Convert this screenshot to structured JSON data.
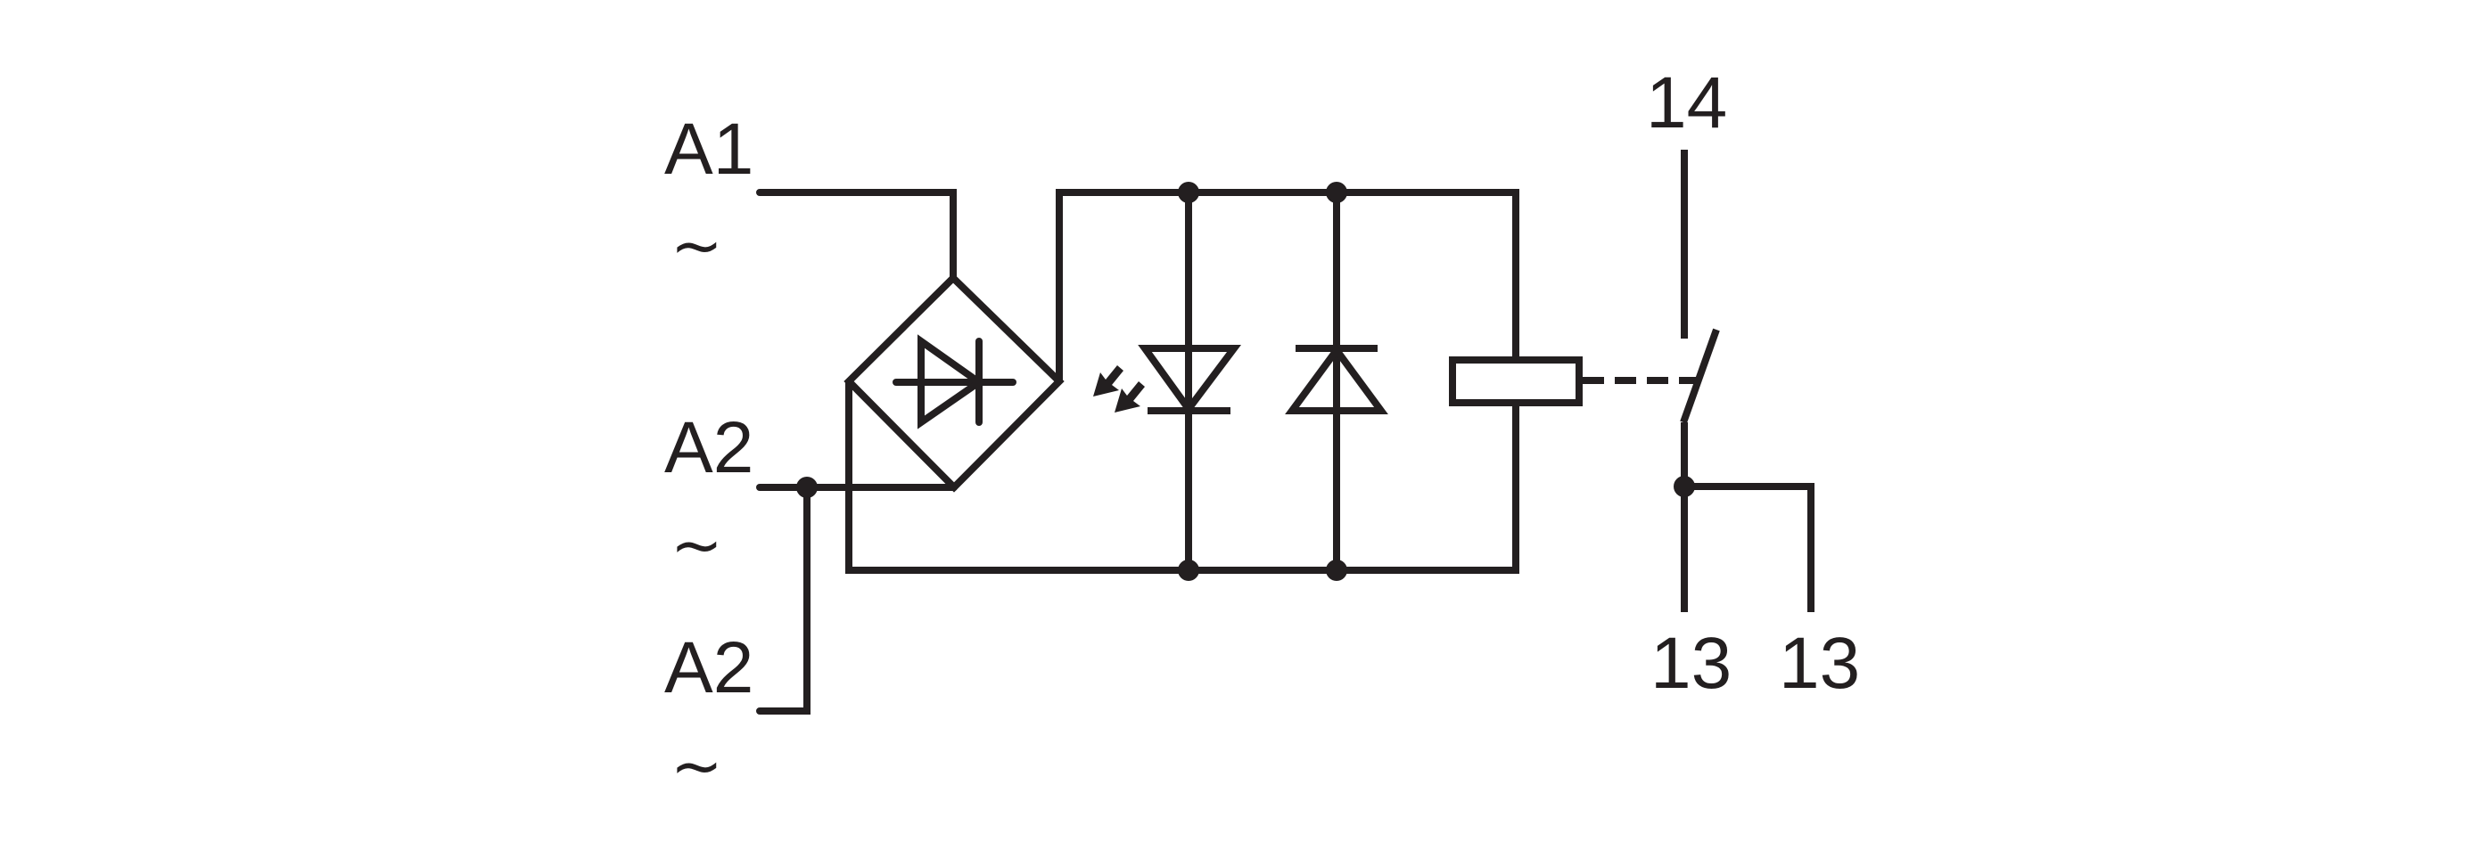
{
  "diagram": {
    "type": "relay module wiring schematic",
    "ink_color": "#231f20",
    "background_color": "#ffffff",
    "terminals": {
      "input": [
        {
          "id": "A1",
          "label": "A1",
          "supply_symbol": "~"
        },
        {
          "id": "A2_upper",
          "label": "A2",
          "supply_symbol": "~"
        },
        {
          "id": "A2_lower",
          "label": "A2",
          "supply_symbol": "~"
        }
      ],
      "output": [
        {
          "id": "14",
          "label": "14"
        },
        {
          "id": "13_left",
          "label": "13"
        },
        {
          "id": "13_right",
          "label": "13"
        }
      ]
    },
    "components": [
      {
        "id": "bridge-rectifier",
        "name": "Bridge rectifier"
      },
      {
        "id": "led-indicator",
        "name": "LED indicator"
      },
      {
        "id": "zener-diode",
        "name": "Suppression diode"
      },
      {
        "id": "relay-coil",
        "name": "Relay coil"
      },
      {
        "id": "relay-contact",
        "name": "Normally open contact 13-14"
      }
    ]
  }
}
